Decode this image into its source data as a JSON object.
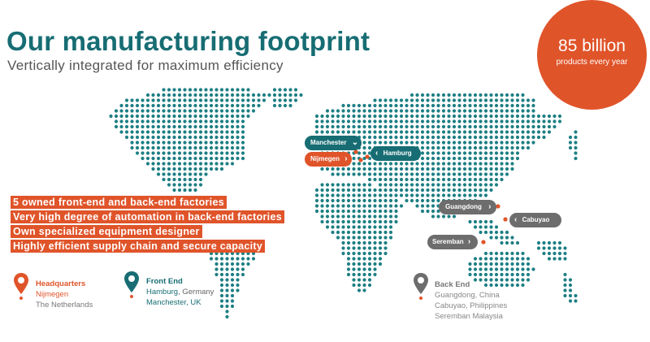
{
  "header": {
    "title": "Our manufacturing footprint",
    "subtitle": "Vertically integrated for maximum efficiency"
  },
  "badge": {
    "value": "85 billion",
    "caption": "products every year"
  },
  "bullets": [
    "5 owned front-end and back-end factories",
    "Very high degree of automation in back-end factories",
    "Own specialized equipment designer",
    "Highly efficient supply chain and secure capacity"
  ],
  "locations": {
    "manchester": "Manchester",
    "nijmegen": "Nijmegen",
    "hamburg": "Hamburg",
    "guangdong": "Guangdong",
    "cabuyao": "Cabuyao",
    "seremban": "Seremban"
  },
  "legend": {
    "headquarters": {
      "title": "Headquarters",
      "line1": "Nijmegen",
      "line2": "The Netherlands"
    },
    "front_end": {
      "title": "Front End",
      "city1": "Hamburg",
      "country1": ", Germany",
      "line2": "Manchester, UK"
    },
    "back_end": {
      "title": "Back End",
      "line1": "Guangdong, China",
      "line2": "Cabuyao, Philippines",
      "line3": "Seremban Malaysia"
    }
  },
  "colors": {
    "teal": "#176d73",
    "orange": "#e0542a",
    "gray": "#6d6d6d"
  },
  "icons": [
    "location-pin-icon",
    "chevron-right-icon",
    "chevron-left-icon",
    "chevron-down-icon"
  ]
}
